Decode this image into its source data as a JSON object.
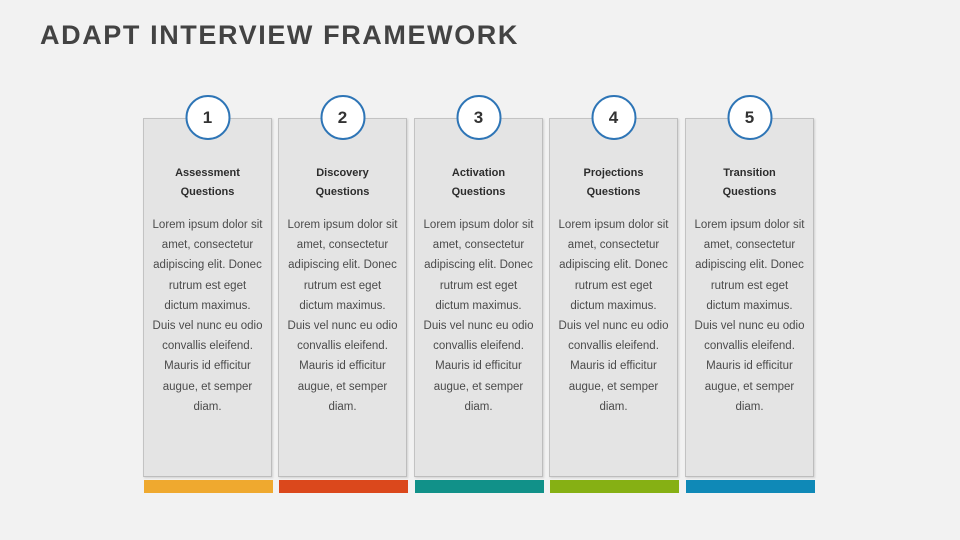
{
  "slide": {
    "title": "ADAPT INTERVIEW FRAMEWORK",
    "background_color": "#F2F2F2",
    "title_color": "#434343",
    "badge_border_color": "#2E75B6",
    "card_background_color": "#E4E4E4"
  },
  "columns": [
    {
      "number": "1",
      "title_line1": "Assessment",
      "title_line2": "Questions",
      "body": "Lorem ipsum dolor sit amet, consectetur adipiscing elit. Donec rutrum est eget dictum maximus. Duis vel nunc eu odio convallis eleifend. Mauris id efficitur augue, et semper diam.",
      "accent_color": "#EFA92F"
    },
    {
      "number": "2",
      "title_line1": "Discovery",
      "title_line2": "Questions",
      "body": "Lorem ipsum dolor sit amet, consectetur adipiscing elit. Donec rutrum est eget dictum maximus. Duis vel nunc eu odio convallis eleifend. Mauris id efficitur augue, et semper diam.",
      "accent_color": "#DB481C"
    },
    {
      "number": "3",
      "title_line1": "Activation",
      "title_line2": "Questions",
      "body": "Lorem ipsum dolor sit amet, consectetur adipiscing elit. Donec rutrum est eget dictum maximus. Duis vel nunc eu odio convallis eleifend. Mauris id efficitur augue, et semper diam.",
      "accent_color": "#119189"
    },
    {
      "number": "4",
      "title_line1": "Projections",
      "title_line2": "Questions",
      "body": "Lorem ipsum dolor sit amet, consectetur adipiscing elit. Donec rutrum est eget dictum maximus. Duis vel nunc eu odio convallis eleifend. Mauris id efficitur augue, et semper diam.",
      "accent_color": "#86B014"
    },
    {
      "number": "5",
      "title_line1": "Transition",
      "title_line2": "Questions",
      "body": "Lorem ipsum dolor sit amet, consectetur adipiscing elit. Donec rutrum est eget dictum maximus. Duis vel nunc eu odio convallis eleifend. Mauris id efficitur augue, et semper diam.",
      "accent_color": "#0F89B7"
    }
  ]
}
